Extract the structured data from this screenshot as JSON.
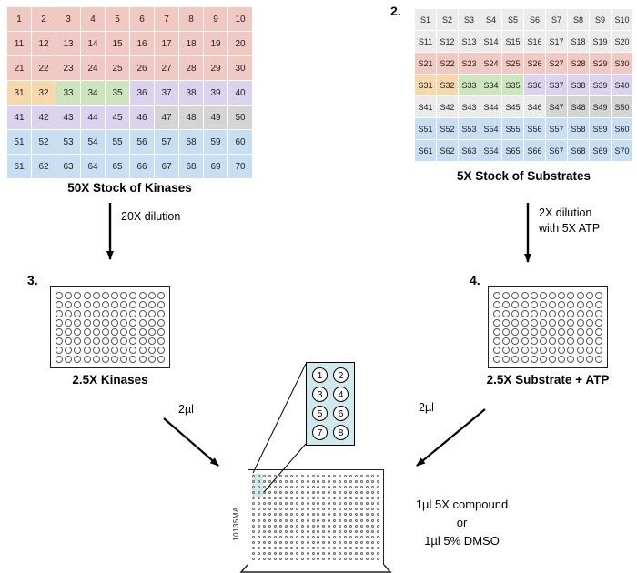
{
  "palette": {
    "P": "#f2c8c2",
    "O": "#f6d8ab",
    "G": "#cde5bd",
    "L": "#dbd3ed",
    "Y": "#d4d4d4",
    "B": "#c8def2",
    "W": "#ebebeb"
  },
  "steps": {
    "step2": "2.",
    "step3": "3.",
    "step4": "4."
  },
  "kinase_grid": {
    "label": "50X Stock of Kinases",
    "rows": [
      {
        "cells": [
          "1",
          "2",
          "3",
          "4",
          "5",
          "6",
          "7",
          "8",
          "9",
          "10"
        ],
        "colors": "PPPPPPPPPP"
      },
      {
        "cells": [
          "11",
          "12",
          "13",
          "14",
          "15",
          "16",
          "17",
          "18",
          "19",
          "20"
        ],
        "colors": "PPPPPPPPPP"
      },
      {
        "cells": [
          "21",
          "22",
          "23",
          "24",
          "25",
          "26",
          "27",
          "28",
          "29",
          "30"
        ],
        "colors": "PPPPPPPPPP"
      },
      {
        "cells": [
          "31",
          "32",
          "33",
          "34",
          "35",
          "36",
          "37",
          "38",
          "39",
          "40"
        ],
        "colors": "OOGGGLLLLL"
      },
      {
        "cells": [
          "41",
          "42",
          "43",
          "44",
          "45",
          "46",
          "47",
          "48",
          "49",
          "50"
        ],
        "colors": "LLLLLLYYYY"
      },
      {
        "cells": [
          "51",
          "52",
          "53",
          "54",
          "55",
          "56",
          "57",
          "58",
          "59",
          "60"
        ],
        "colors": "BBBBBBBBBB"
      },
      {
        "cells": [
          "61",
          "62",
          "63",
          "64",
          "65",
          "66",
          "67",
          "68",
          "69",
          "70"
        ],
        "colors": "BBBBBBBBBB"
      }
    ]
  },
  "substrate_grid": {
    "label": "5X Stock of Substrates",
    "rows": [
      {
        "cells": [
          "S1",
          "S2",
          "S3",
          "S4",
          "S5",
          "S6",
          "S7",
          "S8",
          "S9",
          "S10"
        ],
        "colors": "WWWWWWWWWW"
      },
      {
        "cells": [
          "S11",
          "S12",
          "S13",
          "S14",
          "S15",
          "S16",
          "S17",
          "S18",
          "S19",
          "S20"
        ],
        "colors": "WWWWWWWWWW"
      },
      {
        "cells": [
          "S21",
          "S22",
          "S23",
          "S24",
          "S25",
          "S26",
          "S27",
          "S28",
          "S29",
          "S30"
        ],
        "colors": "PPPPPPPPPP"
      },
      {
        "cells": [
          "S31",
          "S32",
          "S33",
          "S34",
          "S35",
          "S36",
          "S37",
          "S38",
          "S39",
          "S40"
        ],
        "colors": "OOGGGLLLLL"
      },
      {
        "cells": [
          "S41",
          "S42",
          "S43",
          "S44",
          "S45",
          "S46",
          "S47",
          "S48",
          "S49",
          "S50"
        ],
        "colors": "WWWWWWYYYY"
      },
      {
        "cells": [
          "S51",
          "S52",
          "S53",
          "S54",
          "S55",
          "S56",
          "S57",
          "S58",
          "S59",
          "S60"
        ],
        "colors": "BBBBBBBBBB"
      },
      {
        "cells": [
          "S61",
          "S62",
          "S63",
          "S64",
          "S65",
          "S66",
          "S67",
          "S68",
          "S69",
          "S70"
        ],
        "colors": "BBBBBBBBBB"
      }
    ]
  },
  "annotations": {
    "kinase_dilution": "20X dilution",
    "substrate_dilution_line1": "2X dilution",
    "substrate_dilution_line2": "with 5X ATP",
    "left_volume": "2µl",
    "right_volume": "2µl",
    "compound_line1": "1µl 5X compound",
    "compound_line2": "or",
    "compound_line3": "1µl 5% DMSO"
  },
  "plates": {
    "kinase_plate": {
      "label": "2.5X Kinases",
      "rows": 8,
      "cols": 12
    },
    "substrate_plate": {
      "label": "2.5X Substrate + ATP",
      "rows": 8,
      "cols": 12
    },
    "assay_plate": {
      "side_label": "10135MA",
      "rows": 16,
      "cols": 24
    }
  },
  "inset": {
    "wells": [
      "1",
      "2",
      "3",
      "4",
      "5",
      "6",
      "7",
      "8"
    ]
  }
}
